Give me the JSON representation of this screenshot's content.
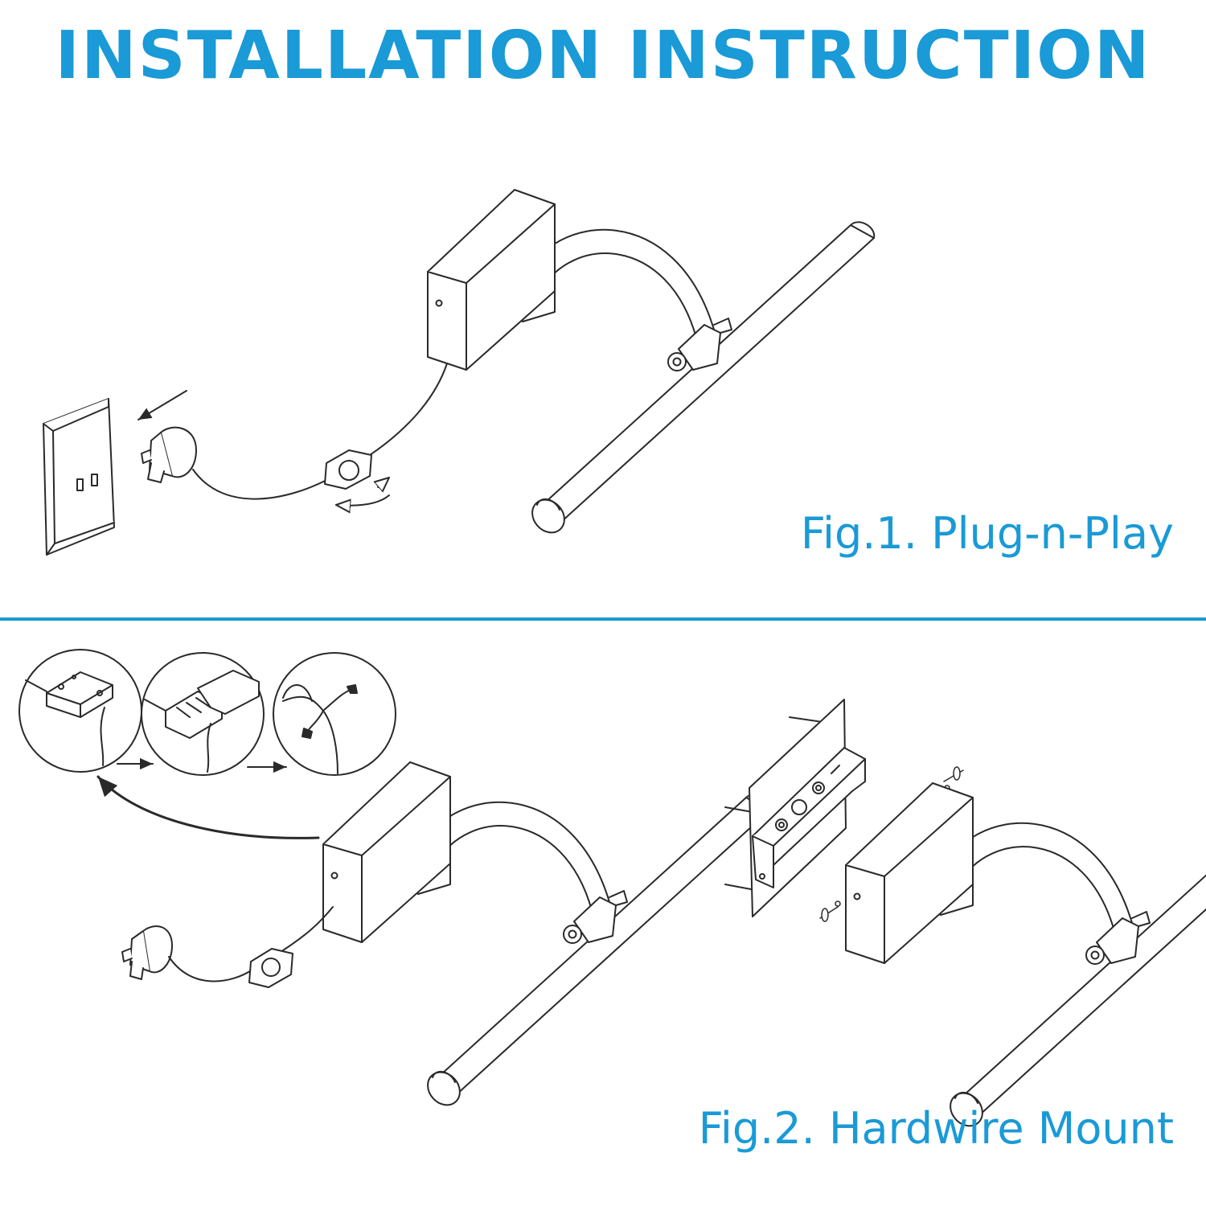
{
  "title": "INSTALLATION INSTRUCTION",
  "figures": [
    {
      "caption": "Fig.1. Plug-n-Play"
    },
    {
      "caption": "Fig.2. Hardwire Mount"
    }
  ],
  "colors": {
    "accent": "#1a9ad6",
    "line": "#2a2a2a",
    "background": "#ffffff"
  }
}
